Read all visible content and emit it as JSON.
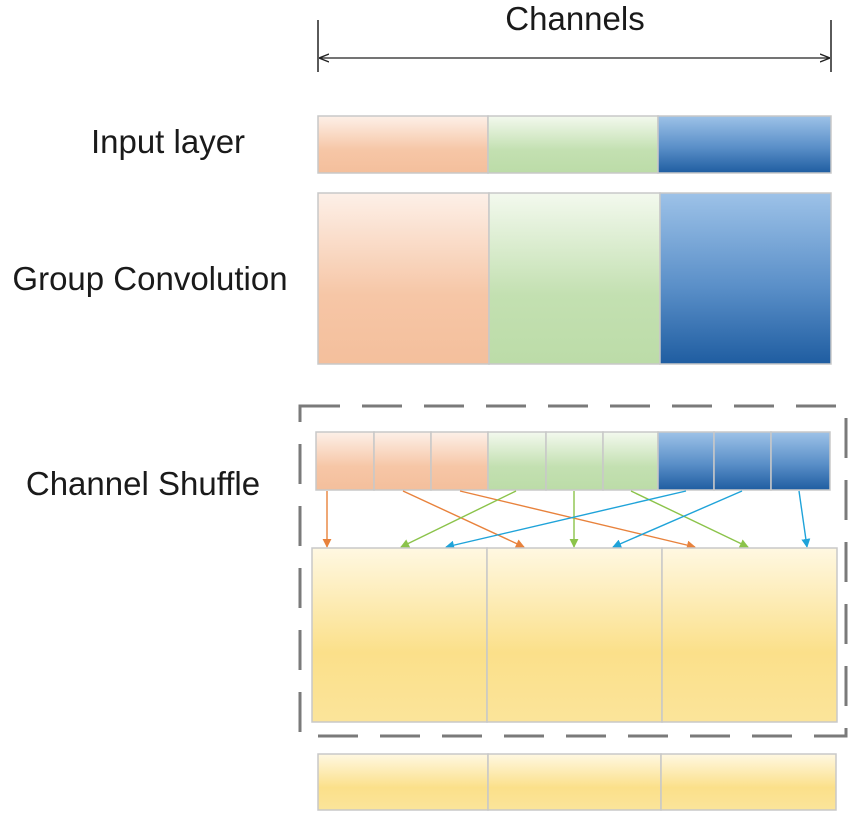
{
  "labels": {
    "channels": "Channels",
    "input_layer": "Input layer",
    "group_convolution": "Group Convolution",
    "channel_shuffle": "Channel Shuffle"
  },
  "colors": {
    "group_1": "#f6c6a6",
    "group_2": "#c3e0b1",
    "group_3": "#2563a6",
    "output": "#fbe08a",
    "arrow_group_1": "#e8823c",
    "arrow_group_2": "#8bc34a",
    "arrow_group_3": "#1fa3d9",
    "dashed_border": "#7a7a7a"
  },
  "structure": {
    "groups": 3,
    "channels_per_group_in_shuffle": 3
  }
}
